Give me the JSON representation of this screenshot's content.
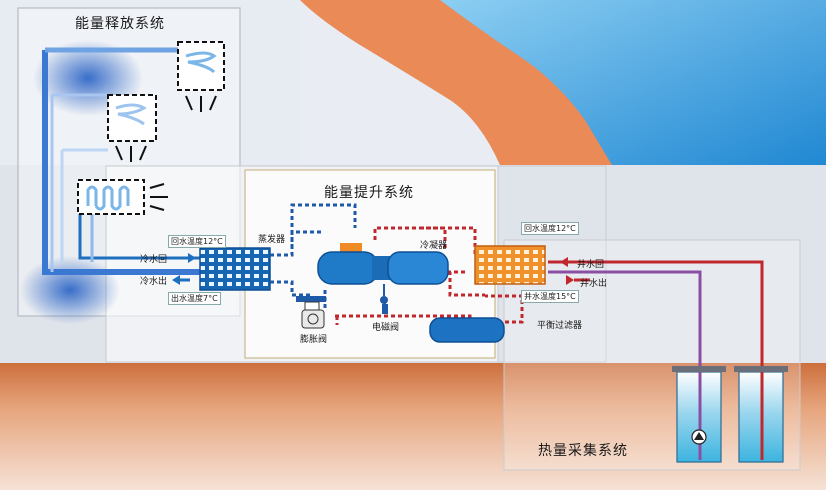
{
  "titles": {
    "release": "能量释放系统",
    "lift": "能量提升系统",
    "collect": "热量采集系统"
  },
  "labels": {
    "return_temp_left": "回水温度12°C",
    "return_left": "冷水回",
    "out_left": "冷水出",
    "out_temp_left": "出水温度7°C",
    "evaporator": "蒸发器",
    "condenser": "冷凝器",
    "expansion_valve": "膨胀阀",
    "solenoid_valve": "电磁阀",
    "balance_filter": "平衡过滤器",
    "return_temp_right": "回水温度12°C",
    "well_return": "井水回",
    "well_out": "井水出",
    "well_temp_right": "井水温度15°C"
  },
  "colors": {
    "cold_blue": "#1f6fc0",
    "hot_red": "#c0282d",
    "condenser_orange": "#f08a24",
    "ground": "#d7834f",
    "sky": "#2a8fd6",
    "cliff": "#e98a57"
  }
}
